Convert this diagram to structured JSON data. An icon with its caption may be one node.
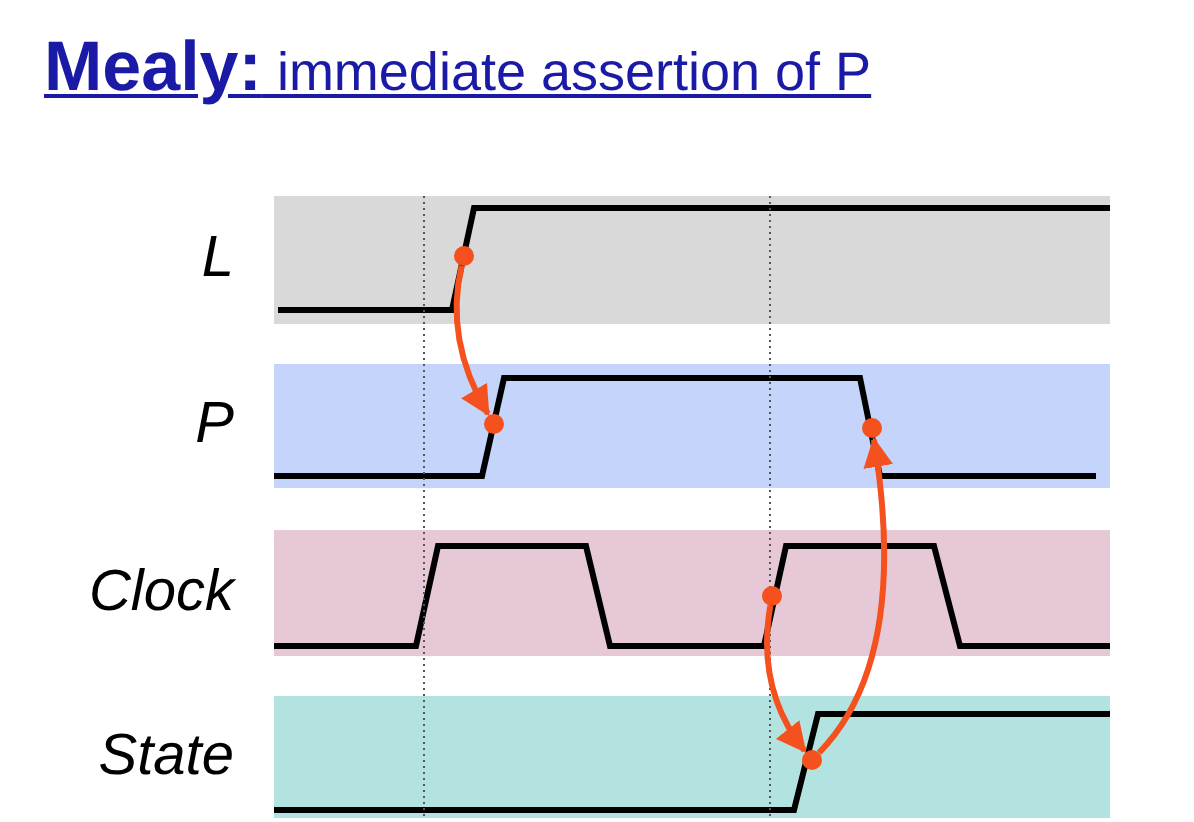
{
  "diagram": {
    "title": "**Mealy:** immediate assertion of P",
    "nodes": [
      {
        "text": [
          "L"
        ]
      },
      {
        "text": [
          "P"
        ]
      },
      {
        "text": [
          "Clock"
        ]
      },
      {
        "text": [
          "State"
        ]
      },
      {
        "text": [],
        "shape": "circle",
        "in": 0
      },
      {
        "text": [],
        "shape": "circle",
        "in": 1
      },
      {
        "text": [],
        "shape": "circle",
        "in": 1
      },
      {
        "text": [],
        "shape": "circle",
        "in": 2
      },
      {
        "text": [],
        "shape": "circle",
        "in": 3
      }
    ],
    "edges": [
      {
        "from": 4,
        "to": 5,
        "arrow": "to"
      },
      {
        "from": 7,
        "to": 8,
        "arrow": "to"
      },
      {
        "from": 8,
        "to": 6,
        "arrow": "to"
      }
    ]
  }
}
